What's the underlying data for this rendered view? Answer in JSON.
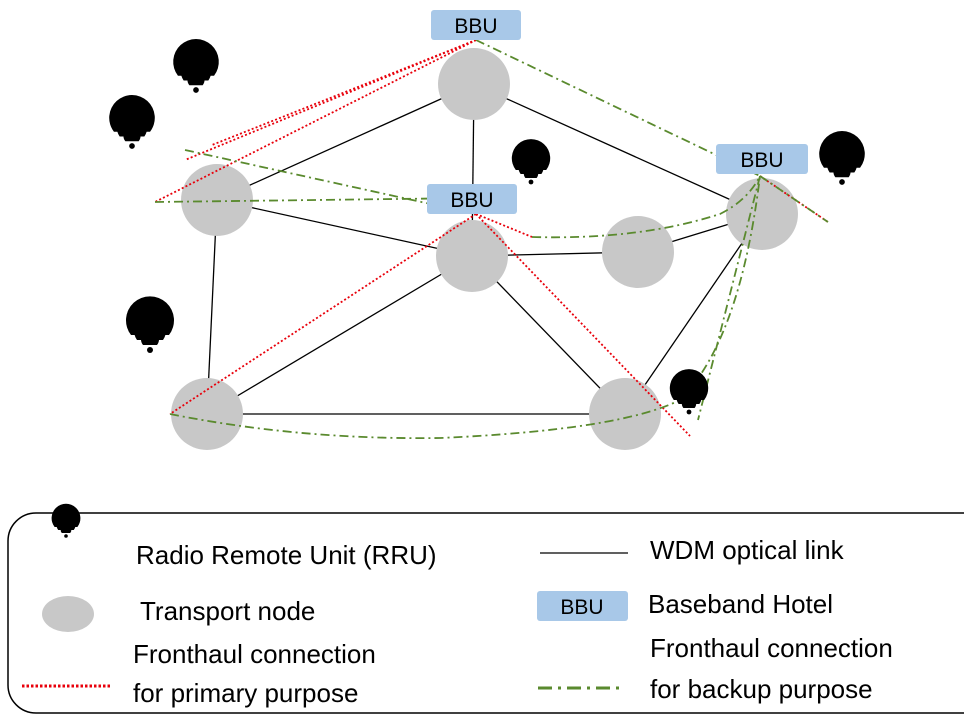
{
  "bbu_label": "BBU",
  "legend": {
    "rru": "Radio Remote Unit (RRU)",
    "wdm": "WDM optical link",
    "transport": "Transport node",
    "bbu_box": "BBU",
    "bbu_text": "Baseband Hotel",
    "primary_line1": "Fronthaul connection",
    "primary_line2": "for primary purpose",
    "backup_line1": "Fronthaul connection",
    "backup_line2": "for backup purpose"
  },
  "colors": {
    "node": "#c8c8c8",
    "bbu": "#a8c8e8",
    "primary": "#e8000b",
    "backup": "#5a8a2e",
    "wdm": "#000000"
  }
}
